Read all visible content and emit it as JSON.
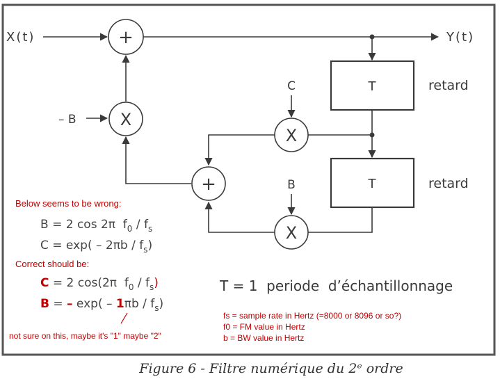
{
  "diagram": {
    "input_label": "X(t)",
    "output_label": "Y(t)",
    "neg_b_label": "– B",
    "c_label": "C",
    "b_label": "B",
    "adder_symbol": "+",
    "multiplier_symbol": "X",
    "delay_symbol": "T",
    "delay1_label": "retard",
    "delay2_label": "retard",
    "period_note": "T = 1  periode  d’échantillonnage"
  },
  "annotations": {
    "wrong_heading": "Below seems to be wrong:",
    "wrong_eq1": {
      "lhs": "B",
      "rhs_main": " = 2 cos 2π  f",
      "sub1": "0",
      "mid": " / f",
      "sub2": "s"
    },
    "wrong_eq2": {
      "lhs": "C",
      "rhs_main": " = exp( – 2πb / f",
      "sub": "s",
      "tail": ")"
    },
    "correct_heading": "Correct should be:",
    "correct_eq1": {
      "lhs": "C",
      "rhs_main": " = 2 cos(2π  f",
      "sub1": "0",
      "mid": " / f",
      "sub2": "s",
      "tail": ")"
    },
    "correct_eq2": {
      "lhs": "B",
      "eq": " = ",
      "neg": "–",
      "rhs_a": " exp( – ",
      "one": "1",
      "rhs_b": "πb / f",
      "sub": "s",
      "tail": ")"
    },
    "uncertain_note": "not sure on this, maybe it's \"1\" maybe \"2\"",
    "legend": [
      "fs = sample rate in Hertz (=8000 or 8096 or so?)",
      "f0 = FM value in Hertz",
      "b = BW value in Hertz"
    ]
  },
  "caption": "Figure 6 - Filtre numérique du 2ᵉ ordre",
  "colors": {
    "annotation_red": "#c00000",
    "ink": "#3a3a3a"
  }
}
